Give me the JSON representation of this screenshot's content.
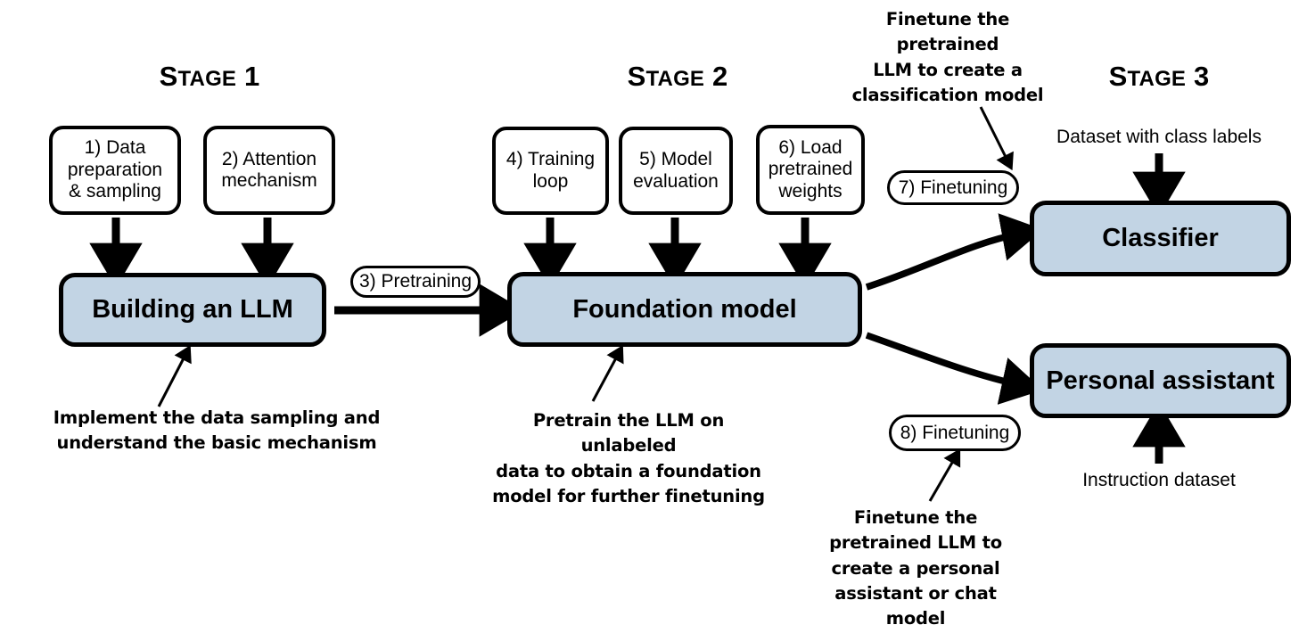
{
  "diagram": {
    "title": "Three-stage process of building a large language model",
    "accent_fill": "#c2d4e4",
    "stroke": "#000000",
    "background": "#ffffff"
  },
  "stages": [
    {
      "id": "stage-1",
      "label_main": "S",
      "label_rest": "TAGE",
      "number": "1",
      "text": "Stage 1"
    },
    {
      "id": "stage-2",
      "label_main": "S",
      "label_rest": "TAGE",
      "number": "2",
      "text": "Stage 2"
    },
    {
      "id": "stage-3",
      "label_main": "S",
      "label_rest": "TAGE",
      "number": "3",
      "text": "Stage 3"
    }
  ],
  "steps": [
    {
      "id": "step-1",
      "label": "1) Data\npreparation\n& sampling"
    },
    {
      "id": "step-2",
      "label": "2) Attention\nmechanism"
    },
    {
      "id": "step-4",
      "label": "4) Training\nloop"
    },
    {
      "id": "step-5",
      "label": "5) Model\nevaluation"
    },
    {
      "id": "step-6",
      "label": "6) Load\npretrained\nweights"
    }
  ],
  "pills": [
    {
      "id": "pill-3",
      "label": "3) Pretraining"
    },
    {
      "id": "pill-7",
      "label": "7) Finetuning"
    },
    {
      "id": "pill-8",
      "label": "8) Finetuning"
    }
  ],
  "main_boxes": [
    {
      "id": "building-an-llm",
      "label": "Building an LLM"
    },
    {
      "id": "foundation-model",
      "label": "Foundation model"
    },
    {
      "id": "classifier",
      "label": "Classifier"
    },
    {
      "id": "personal-assistant",
      "label": "Personal assistant"
    }
  ],
  "annotations": [
    {
      "id": "annot-stage1",
      "text": "Implement the data sampling and\nunderstand the basic mechanism"
    },
    {
      "id": "annot-stage2",
      "text": "Pretrain the LLM on unlabeled\ndata to obtain a foundation\nmodel for further finetuning"
    },
    {
      "id": "annot-classifier",
      "text": "Finetune the pretrained\nLLM to create a\nclassification model"
    },
    {
      "id": "annot-assistant",
      "text": "Finetune the\npretrained LLM to\ncreate a personal\nassistant or chat model"
    }
  ],
  "captions": [
    {
      "id": "caption-class-labels",
      "text": "Dataset with class labels"
    },
    {
      "id": "caption-instruction-dataset",
      "text": "Instruction dataset"
    }
  ]
}
